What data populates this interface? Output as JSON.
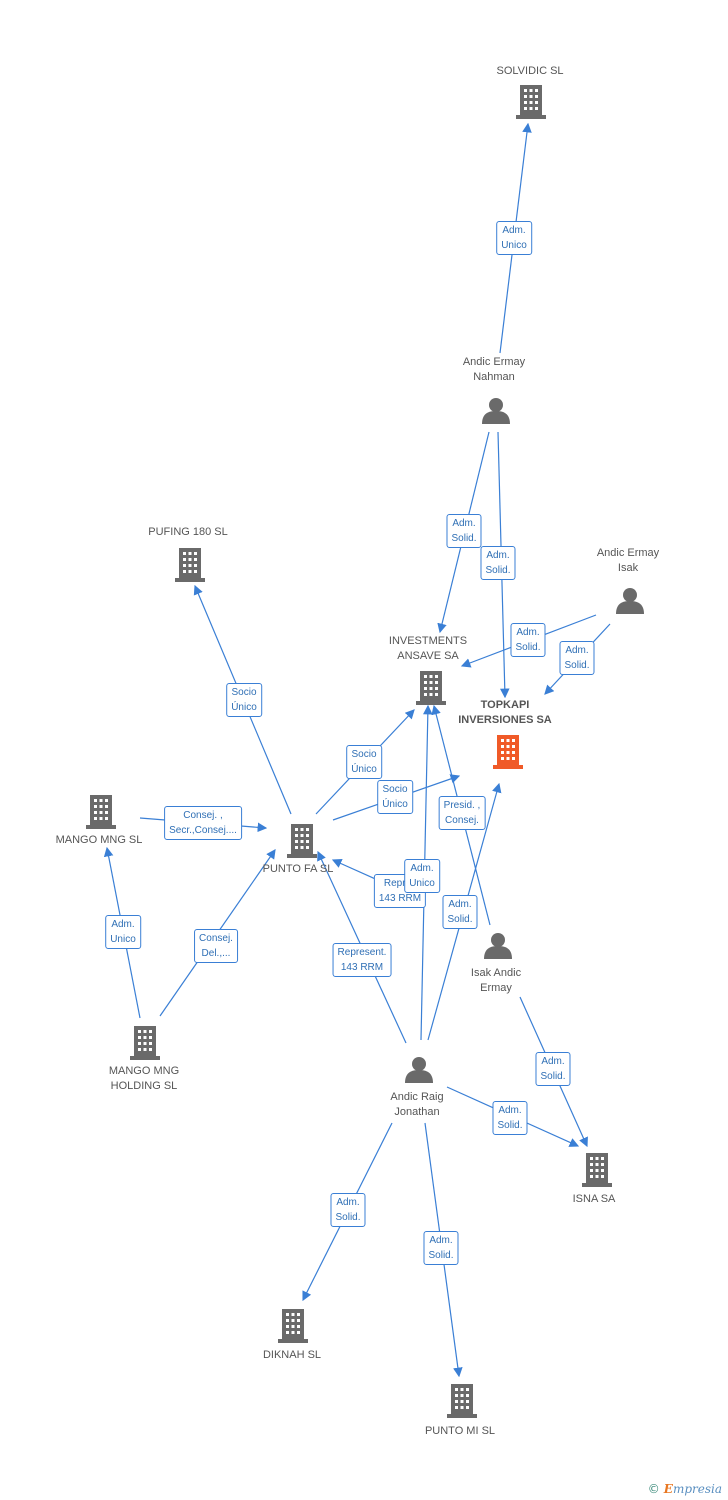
{
  "colors": {
    "edge": "#3a7fd5",
    "node": "#6a6a6a",
    "focus": "#f05a28",
    "label": "#555555"
  },
  "nodes": [
    {
      "id": "solvidic",
      "label": "SOLVIDIC SL",
      "kind": "company"
    },
    {
      "id": "nahman",
      "label": "Andic Ermay\nNahman",
      "kind": "person"
    },
    {
      "id": "isak",
      "label": "Andic Ermay\nIsak",
      "kind": "person"
    },
    {
      "id": "pufing",
      "label": "PUFING 180 SL",
      "kind": "company"
    },
    {
      "id": "ansave",
      "label": "INVESTMENTS\nANSAVE SA",
      "kind": "company"
    },
    {
      "id": "topkapi",
      "label": "TOPKAPI\nINVERSIONES SA",
      "kind": "focus"
    },
    {
      "id": "mango",
      "label": "MANGO MNG SL",
      "kind": "company"
    },
    {
      "id": "puntofa",
      "label": "PUNTO FA SL",
      "kind": "company"
    },
    {
      "id": "isakandic",
      "label": "Isak Andic\nErmay",
      "kind": "person"
    },
    {
      "id": "holding",
      "label": "MANGO MNG\nHOLDING SL",
      "kind": "company"
    },
    {
      "id": "jonathan",
      "label": "Andic Raig\nJonathan",
      "kind": "person"
    },
    {
      "id": "isna",
      "label": "ISNA SA",
      "kind": "company"
    },
    {
      "id": "diknah",
      "label": "DIKNAH SL",
      "kind": "company"
    },
    {
      "id": "puntomi",
      "label": "PUNTO MI SL",
      "kind": "company"
    }
  ],
  "relations": [
    {
      "id": "r1",
      "label": "Adm.\nUnico"
    },
    {
      "id": "r2",
      "label": "Adm.\nSolid."
    },
    {
      "id": "r3",
      "label": "Adm.\nSolid."
    },
    {
      "id": "r4",
      "label": "Adm.\nSolid."
    },
    {
      "id": "r5",
      "label": "Adm.\nSolid."
    },
    {
      "id": "r6",
      "label": "Socio\nÚnico"
    },
    {
      "id": "r7",
      "label": "Socio\nÚnico"
    },
    {
      "id": "r8",
      "label": "Socio\nÚnico"
    },
    {
      "id": "r9",
      "label": "Consej. ,\nSecr.,Consej...."
    },
    {
      "id": "r10",
      "label": "Presid. ,\nConsej."
    },
    {
      "id": "r11",
      "label": "Repres\n143 RRM"
    },
    {
      "id": "r12",
      "label": "Adm.\nUnico"
    },
    {
      "id": "r13",
      "label": "Adm.\nSolid."
    },
    {
      "id": "r14",
      "label": "Adm.\nUnico"
    },
    {
      "id": "r15",
      "label": "Consej.\nDel.,..."
    },
    {
      "id": "r16",
      "label": "Represent.\n143 RRM"
    },
    {
      "id": "r17",
      "label": "Adm.\nSolid."
    },
    {
      "id": "r18",
      "label": "Adm.\nSolid."
    },
    {
      "id": "r19",
      "label": "Adm.\nSolid."
    },
    {
      "id": "r20",
      "label": "Adm.\nSolid."
    }
  ],
  "footer": {
    "copyright": "©",
    "brand_initial": "E",
    "brand_rest": "mpresia"
  }
}
